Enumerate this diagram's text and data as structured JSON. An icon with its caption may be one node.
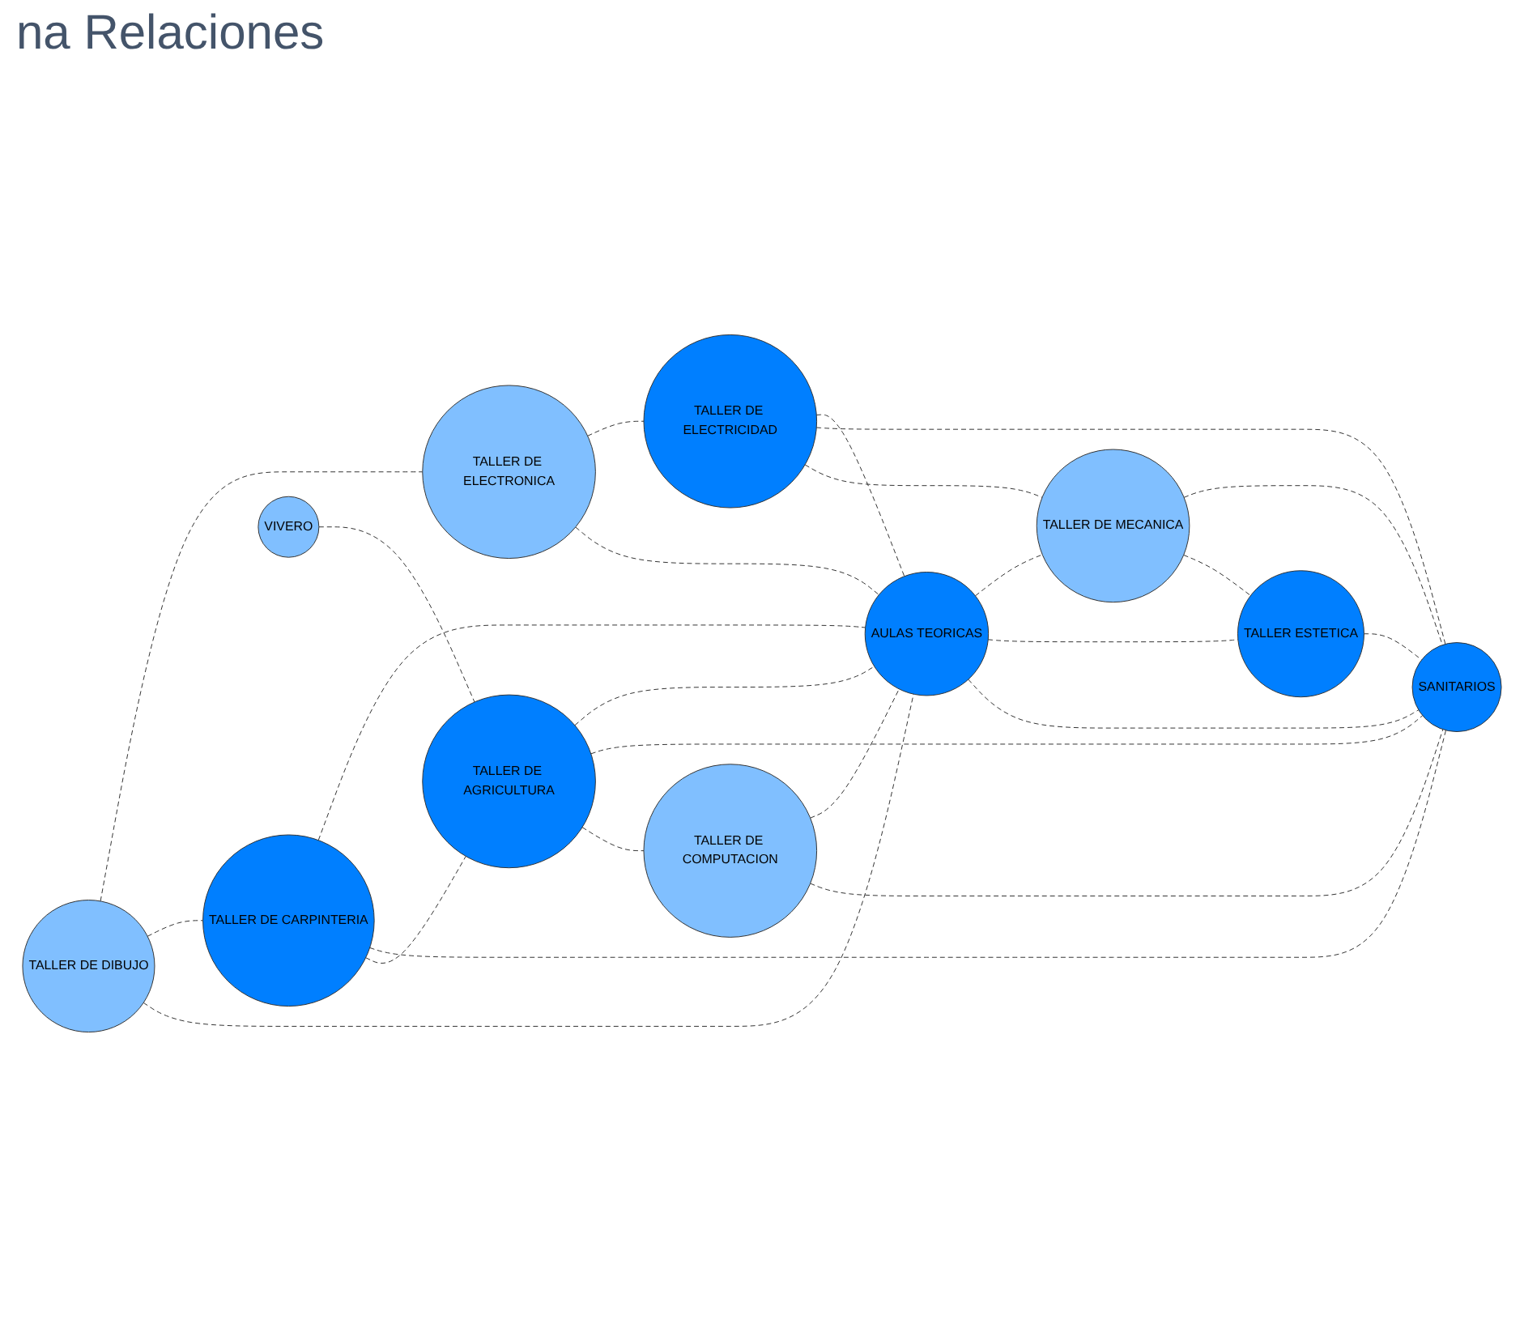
{
  "diagram": {
    "title": "na Relaciones",
    "nodes": [
      {
        "text": [
          "TALLER DE ELECTRONICA"
        ]
      },
      {
        "text": [
          "TALLER DE DIBUJO"
        ]
      },
      {
        "text": [
          "TALLER DE ELECTRICIDAD"
        ]
      },
      {
        "text": [
          "TALLER DE CARPINTERIA"
        ]
      },
      {
        "text": [
          "VIVERO"
        ]
      },
      {
        "text": [
          "TALLER DE MECANICA"
        ]
      },
      {
        "text": [
          "AULAS TEORICAS"
        ]
      },
      {
        "text": [
          "TALLER DE AGRICULTURA"
        ]
      },
      {
        "text": [
          "TALLER ESTETICA"
        ]
      },
      {
        "text": [
          "TALLER DE COMPUTACION"
        ]
      },
      {
        "text": [
          "SANITARIOS"
        ]
      }
    ],
    "edges": [
      {
        "from": 1,
        "to": 0,
        "arrow": "none",
        "style": "dashed"
      },
      {
        "from": 0,
        "to": 2,
        "arrow": "none",
        "style": "dashed"
      },
      {
        "from": 1,
        "to": 3,
        "arrow": "none",
        "style": "dashed"
      },
      {
        "from": 1,
        "to": 6,
        "arrow": "none",
        "style": "dashed"
      },
      {
        "from": 0,
        "to": 6,
        "arrow": "none",
        "style": "dashed"
      },
      {
        "from": 2,
        "to": 6,
        "arrow": "none",
        "style": "dashed"
      },
      {
        "from": 2,
        "to": 10,
        "arrow": "none",
        "style": "dashed"
      },
      {
        "from": 2,
        "to": 5,
        "arrow": "none",
        "style": "dashed"
      },
      {
        "from": 3,
        "to": 6,
        "arrow": "none",
        "style": "dashed"
      },
      {
        "from": 3,
        "to": 10,
        "arrow": "none",
        "style": "dashed"
      },
      {
        "from": 3,
        "to": 7,
        "arrow": "none",
        "style": "dashed"
      },
      {
        "from": 4,
        "to": 7,
        "arrow": "none",
        "style": "dashed"
      },
      {
        "from": 7,
        "to": 6,
        "arrow": "none",
        "style": "dashed"
      },
      {
        "from": 7,
        "to": 10,
        "arrow": "none",
        "style": "dashed"
      },
      {
        "from": 7,
        "to": 9,
        "arrow": "none",
        "style": "dashed"
      },
      {
        "from": 9,
        "to": 6,
        "arrow": "none",
        "style": "dashed"
      },
      {
        "from": 9,
        "to": 10,
        "arrow": "none",
        "style": "dashed"
      },
      {
        "from": 6,
        "to": 5,
        "arrow": "none",
        "style": "dashed"
      },
      {
        "from": 6,
        "to": 8,
        "arrow": "none",
        "style": "dashed"
      },
      {
        "from": 6,
        "to": 10,
        "arrow": "none",
        "style": "dashed"
      },
      {
        "from": 5,
        "to": 10,
        "arrow": "none",
        "style": "dashed"
      },
      {
        "from": 5,
        "to": 8,
        "arrow": "none",
        "style": "dashed"
      },
      {
        "from": 8,
        "to": 10,
        "arrow": "none",
        "style": "dashed"
      }
    ]
  }
}
